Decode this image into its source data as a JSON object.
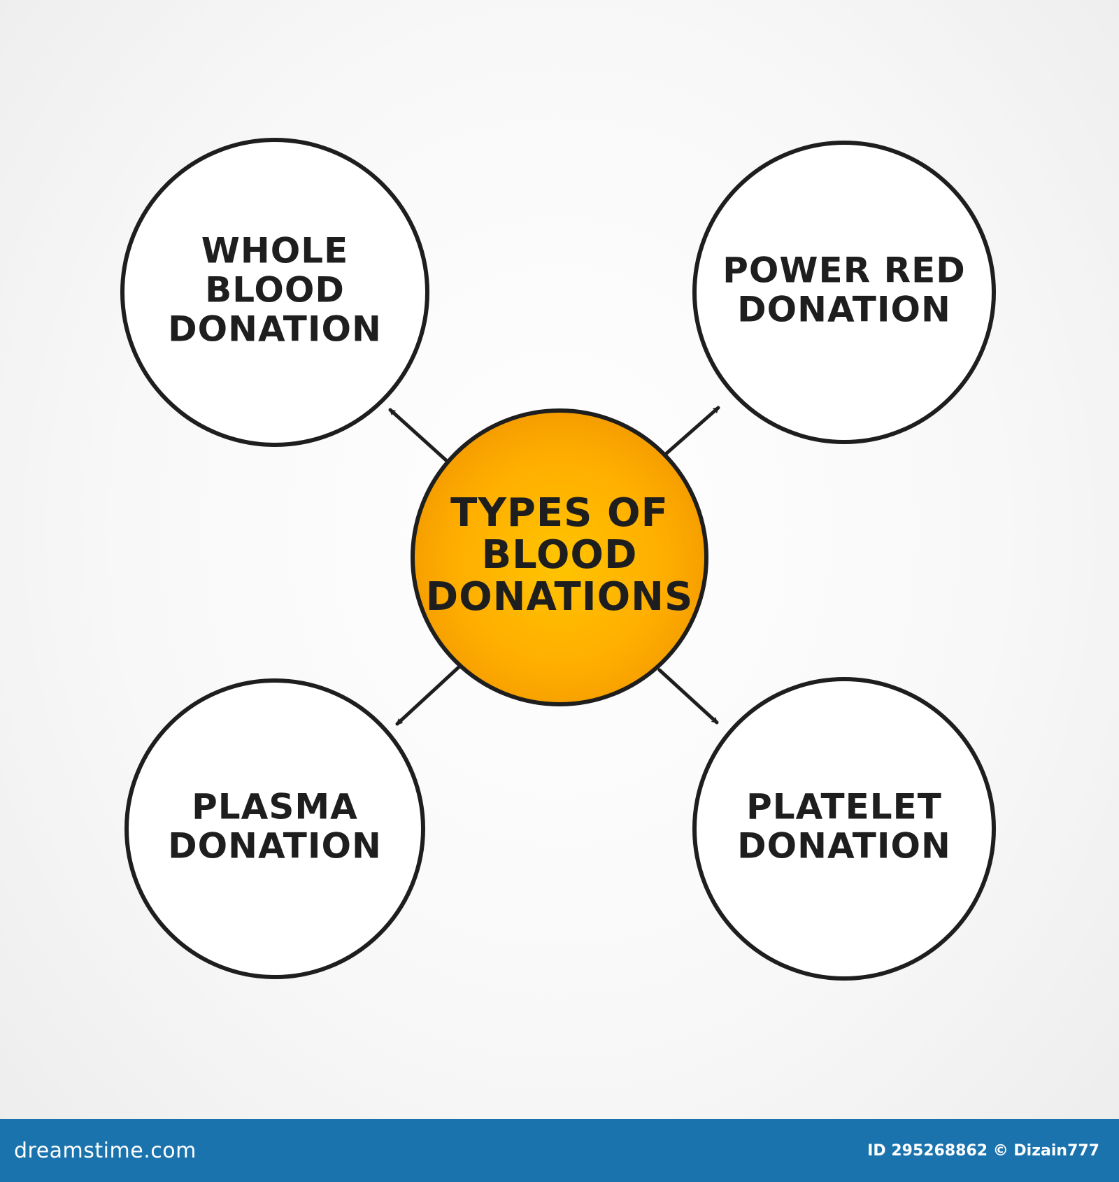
{
  "diagram": {
    "center": {
      "lines": [
        "TYPES OF",
        "BLOOD",
        "DONATIONS"
      ],
      "fill_color": "#ffb000"
    },
    "nodes": [
      {
        "id": "whole-blood",
        "lines": [
          "WHOLE",
          "BLOOD",
          "DONATION"
        ]
      },
      {
        "id": "power-red",
        "lines": [
          "POWER RED",
          "DONATION"
        ]
      },
      {
        "id": "plasma",
        "lines": [
          "PLASMA",
          "DONATION"
        ]
      },
      {
        "id": "platelet",
        "lines": [
          "PLATELET",
          "DONATION"
        ]
      }
    ],
    "stroke_color": "#1e1e1e"
  },
  "footer": {
    "logo": "dreamstime.com",
    "meta": "ID 295268862 © Dizain777",
    "background": "#1a73ad"
  }
}
